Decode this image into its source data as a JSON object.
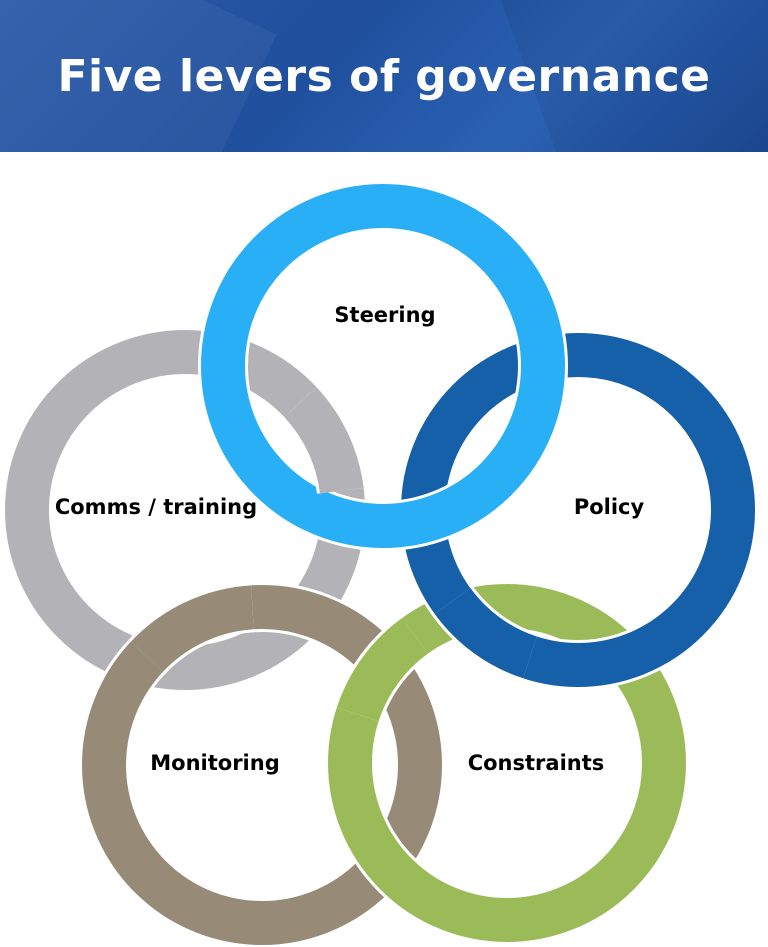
{
  "header": {
    "title": "Five levers of governance"
  },
  "levers": [
    {
      "label": "Steering",
      "color": "#29aff5"
    },
    {
      "label": "Policy",
      "color": "#1560a8"
    },
    {
      "label": "Comms / training",
      "color": "#b3b2b6"
    },
    {
      "label": "Monitoring",
      "color": "#978a76"
    },
    {
      "label": "Constraints",
      "color": "#9bbb59"
    }
  ]
}
